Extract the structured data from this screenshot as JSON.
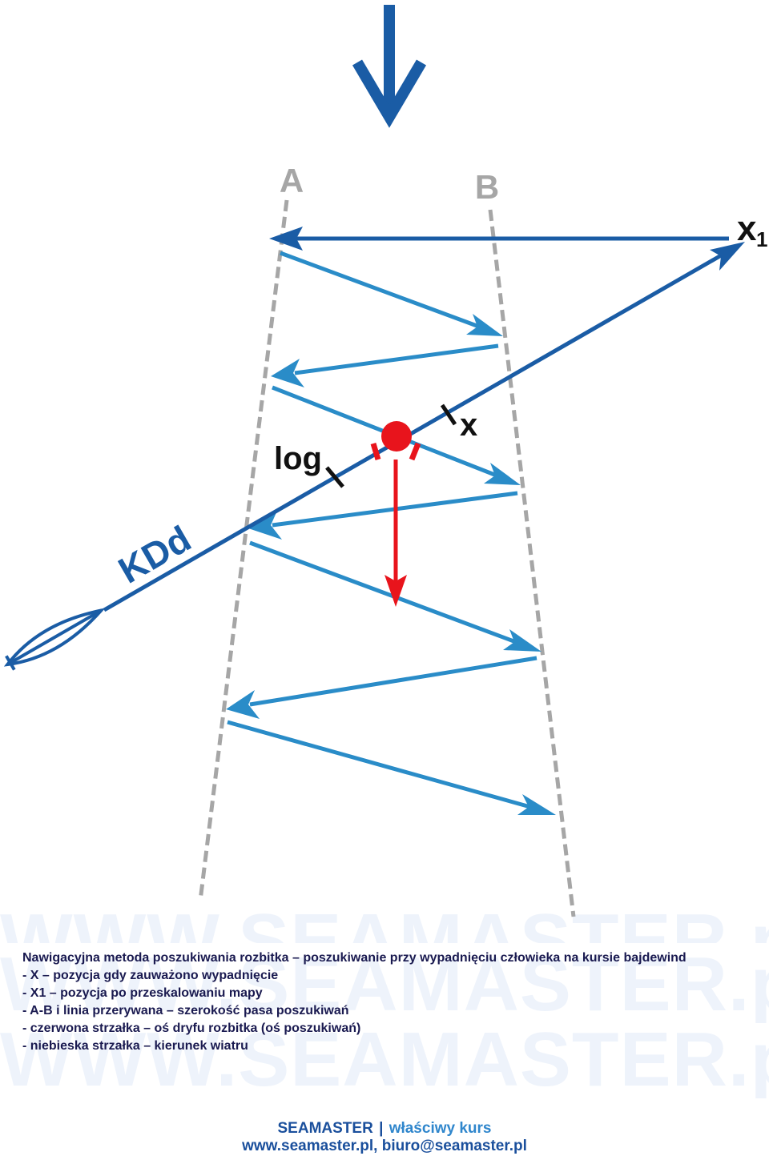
{
  "diagram": {
    "labels": {
      "line_a": "A",
      "line_b": "B",
      "x1_main": "x",
      "x1_sub": "1",
      "x": "x",
      "log": "log",
      "kdd": "KDd"
    },
    "colors": {
      "dashed_lines": "#a6a6a6",
      "search_arrows": "#2a8cc8",
      "course_line": "#1a5ca5",
      "drift_arrow": "#e8141c",
      "label_gray": "#a6a6a6",
      "label_black": "#111111",
      "kdd_label": "#1a5ca5"
    },
    "icons": [
      "wind-arrow-icon",
      "boat-icon",
      "person-overboard-icon"
    ]
  },
  "watermark": {
    "line1": "WWW.SEAMASTER.pl",
    "line2": "WWW.SEAMASTER.pl",
    "line3": "WWW.SEAMASTER.pl"
  },
  "caption": {
    "title": "Nawigacyjna metoda poszukiwania rozbitka – poszukiwanie przy wypadnięciu człowieka na kursie bajdewind",
    "items": [
      "- X – pozycja gdy zauważono wypadnięcie",
      "- X1 – pozycja po przeskalowaniu mapy",
      "- A-B i linia przerywana – szerokość pasa poszukiwań",
      "- czerwona strzałka – oś dryfu rozbitka (oś poszukiwań)",
      "- niebieska strzałka – kierunek wiatru"
    ]
  },
  "footer": {
    "brand": "SEAMASTER",
    "separator": "|",
    "tagline": "właściwy kurs",
    "contact": "www.seamaster.pl, biuro@seamaster.pl"
  }
}
